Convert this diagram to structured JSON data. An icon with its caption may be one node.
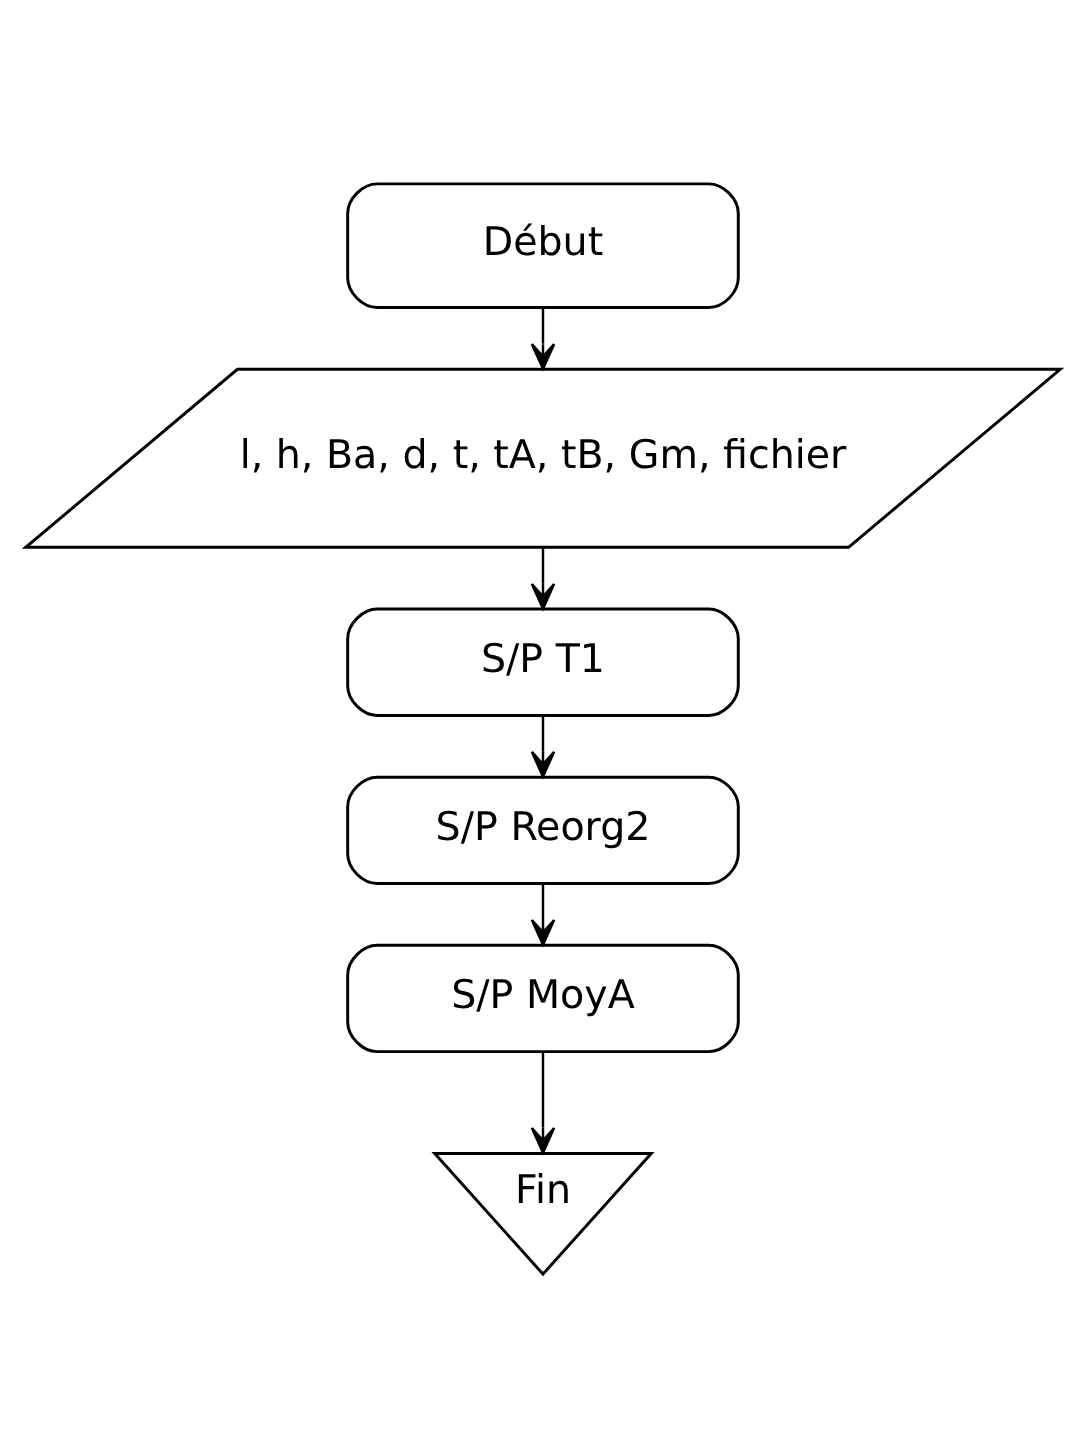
{
  "diagram": {
    "nodes": [
      {
        "text": [
          "Début"
        ]
      },
      {
        "text": [
          "l, h, Ba, d, t, tA, tB, Gm, fichier"
        ]
      },
      {
        "text": [
          "S/P T1"
        ]
      },
      {
        "text": [
          "S/P Reorg2"
        ]
      },
      {
        "text": [
          "S/P MoyA"
        ]
      },
      {
        "text": [
          "Fin"
        ]
      }
    ],
    "edges": [
      {
        "from": 0,
        "to": 1,
        "arrow": "to"
      },
      {
        "from": 1,
        "to": 2,
        "arrow": "to"
      },
      {
        "from": 2,
        "to": 3,
        "arrow": "to"
      },
      {
        "from": 3,
        "to": 4,
        "arrow": "to"
      },
      {
        "from": 4,
        "to": 5,
        "arrow": "to"
      }
    ]
  }
}
